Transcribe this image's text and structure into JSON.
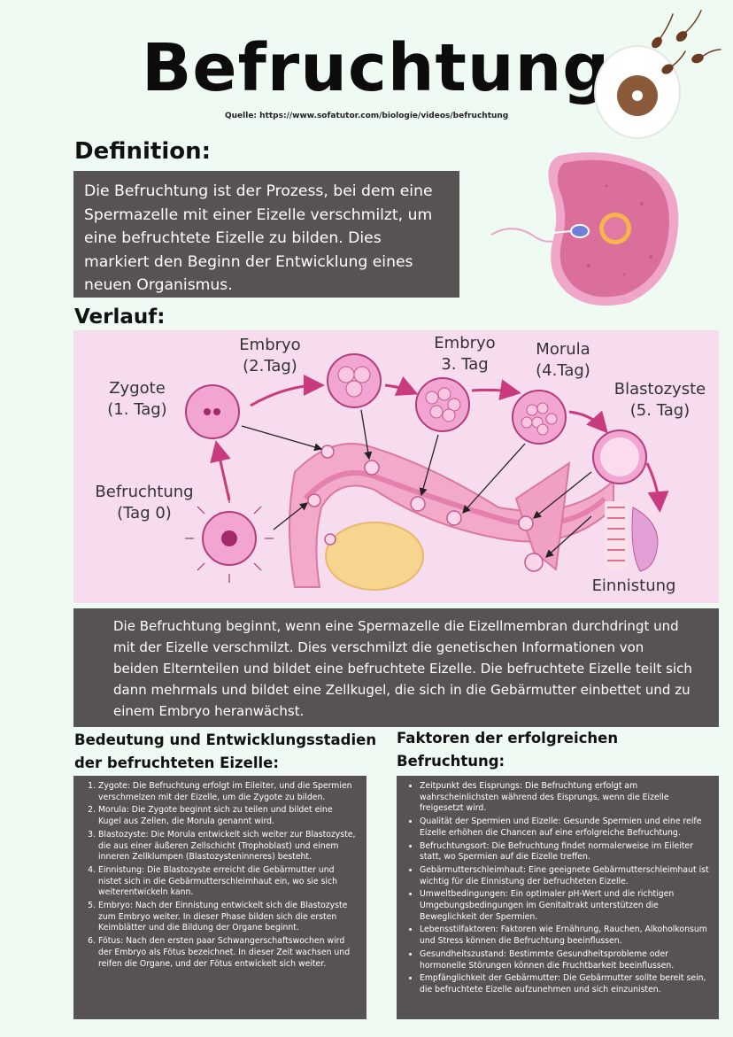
{
  "header": {
    "title": "Befruchtung",
    "source": "Quelle: https://www.sofatutor.com/biologie/videos/befruchtung"
  },
  "definition": {
    "heading": "Definition:",
    "text": "Die Befruchtung ist der Prozess, bei dem eine Spermazelle mit einer Eizelle verschmilzt, um eine befruchtete Eizelle zu bilden. Dies markiert den Beginn der Entwicklung eines neuen Organismus."
  },
  "verlauf": {
    "heading": "Verlauf:",
    "labels": {
      "zygote": "Zygote\n(1. Tag)",
      "embryo2": "Embryo\n(2.Tag)",
      "embryo3": "Embryo\n3. Tag",
      "morula": "Morula\n(4.Tag)",
      "blastozyste": "Blastozyste\n(5. Tag)",
      "befruchtung": "Befruchtung\n(Tag 0)",
      "einnistung": "Einnistung"
    },
    "description": "Die Befruchtung beginnt, wenn eine Spermazelle die Eizellmembran durchdringt und mit der Eizelle verschmilzt. Dies verschmilzt die genetischen Informationen von beiden Elternteilen und bildet eine befruchtete Eizelle. Die befruchtete Eizelle teilt sich dann mehrmals und bildet eine Zellkugel, die sich in die Gebärmutter einbettet und zu einem Embryo heranwächst."
  },
  "bedeutung": {
    "heading": "Bedeutung und Entwicklungsstadien der befruchteten Eizelle:",
    "items": [
      "Zygote: Die Befruchtung erfolgt im Eileiter, und die Spermien verschmelzen mit der Eizelle, um die Zygote zu bilden.",
      "Morula: Die Zygote beginnt sich zu teilen und bildet eine Kugel aus Zellen, die Morula genannt wird.",
      "Blastozyste: Die Morula entwickelt sich weiter zur Blastozyste, die aus einer äußeren Zellschicht (Trophoblast) und einem inneren Zellklumpen (Blastozysteninneres) besteht.",
      "Einnistung: Die Blastozyste erreicht die Gebärmutter und nistet sich in die Gebärmutterschleimhaut ein, wo sie sich weiterentwickeln kann.",
      "Embryo: Nach der Einnistung entwickelt sich die Blastozyste zum Embryo weiter. In dieser Phase bilden sich die ersten Keimblätter und die Bildung der Organe beginnt.",
      "Fötus: Nach den ersten paar Schwangerschaftswochen wird der Embryo als Fötus bezeichnet. In dieser Zeit wachsen und reifen die Organe, und der Fötus entwickelt sich weiter."
    ]
  },
  "faktoren": {
    "heading": "Faktoren der erfolgreichen Befruchtung:",
    "items": [
      "Zeitpunkt des Eisprungs: Die Befruchtung erfolgt am wahrscheinlichsten während des Eisprungs, wenn die Eizelle freigesetzt wird.",
      "Qualität der Spermien und Eizelle: Gesunde Spermien und eine reife Eizelle erhöhen die Chancen auf eine erfolgreiche Befruchtung.",
      "Befruchtungsort: Die Befruchtung findet normalerweise im Eileiter statt, wo Spermien auf die Eizelle treffen.",
      "Gebärmutterschleimhaut: Eine geeignete Gebärmutterschleimhaut ist wichtig für die Einnistung der befruchteten Eizelle.",
      "Umweltbedingungen: Ein optimaler pH-Wert und die richtigen Umgebungsbedingungen im Genitaltrakt unterstützen die Beweglichkeit der Spermien.",
      "Lebensstilfaktoren: Faktoren wie Ernährung, Rauchen, Alkoholkonsum und Stress können die Befruchtung beeinflussen.",
      "Gesundheitszustand: Bestimmte Gesundheitsprobleme oder hormonelle Störungen können die Fruchtbarkeit beeinflussen.",
      "Empfänglichkeit der Gebärmutter: Die Gebärmutter sollte bereit sein, die befruchtete Eizelle aufzunehmen und sich einzunisten."
    ]
  },
  "colors": {
    "background": "#effaf2",
    "dark_box": "#575353",
    "diagram_background": "#f7dcef",
    "cell_pink": "#e88fc4",
    "arrow": "#c93a7e"
  },
  "icons": [
    "egg-sperm-illustration-icon",
    "egg-cell-sperm-illustration-icon",
    "uterus-diagram-icon"
  ]
}
